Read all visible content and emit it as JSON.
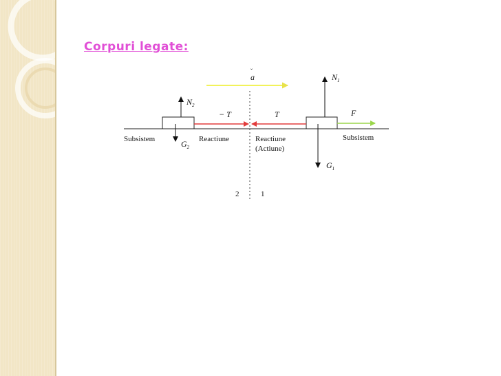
{
  "slide": {
    "title": "Corpuri legate:"
  },
  "colors": {
    "sidebar": "#f2e6c6",
    "title": "#e14fd6",
    "acceleration": "#f2f25a",
    "tension": "#e23b3b",
    "force": "#9ad64a"
  },
  "diagram": {
    "vectors": {
      "acceleration": "a",
      "normal_1": "N",
      "normal_1_sub": "1",
      "normal_2": "N",
      "normal_2_sub": "2",
      "tension_left": "− T",
      "tension_right": "T",
      "force": "F",
      "weight_1": "G",
      "weight_1_sub": "1",
      "weight_2": "G",
      "weight_2_sub": "2"
    },
    "labels": {
      "subsystem_left": "Subsistem",
      "reaction_left": "Reactiune",
      "reaction_right": "Reactiune",
      "action_right": "(Actiune)",
      "subsystem_right": "Subsistem",
      "part_2": "2",
      "part_1": "1"
    }
  }
}
